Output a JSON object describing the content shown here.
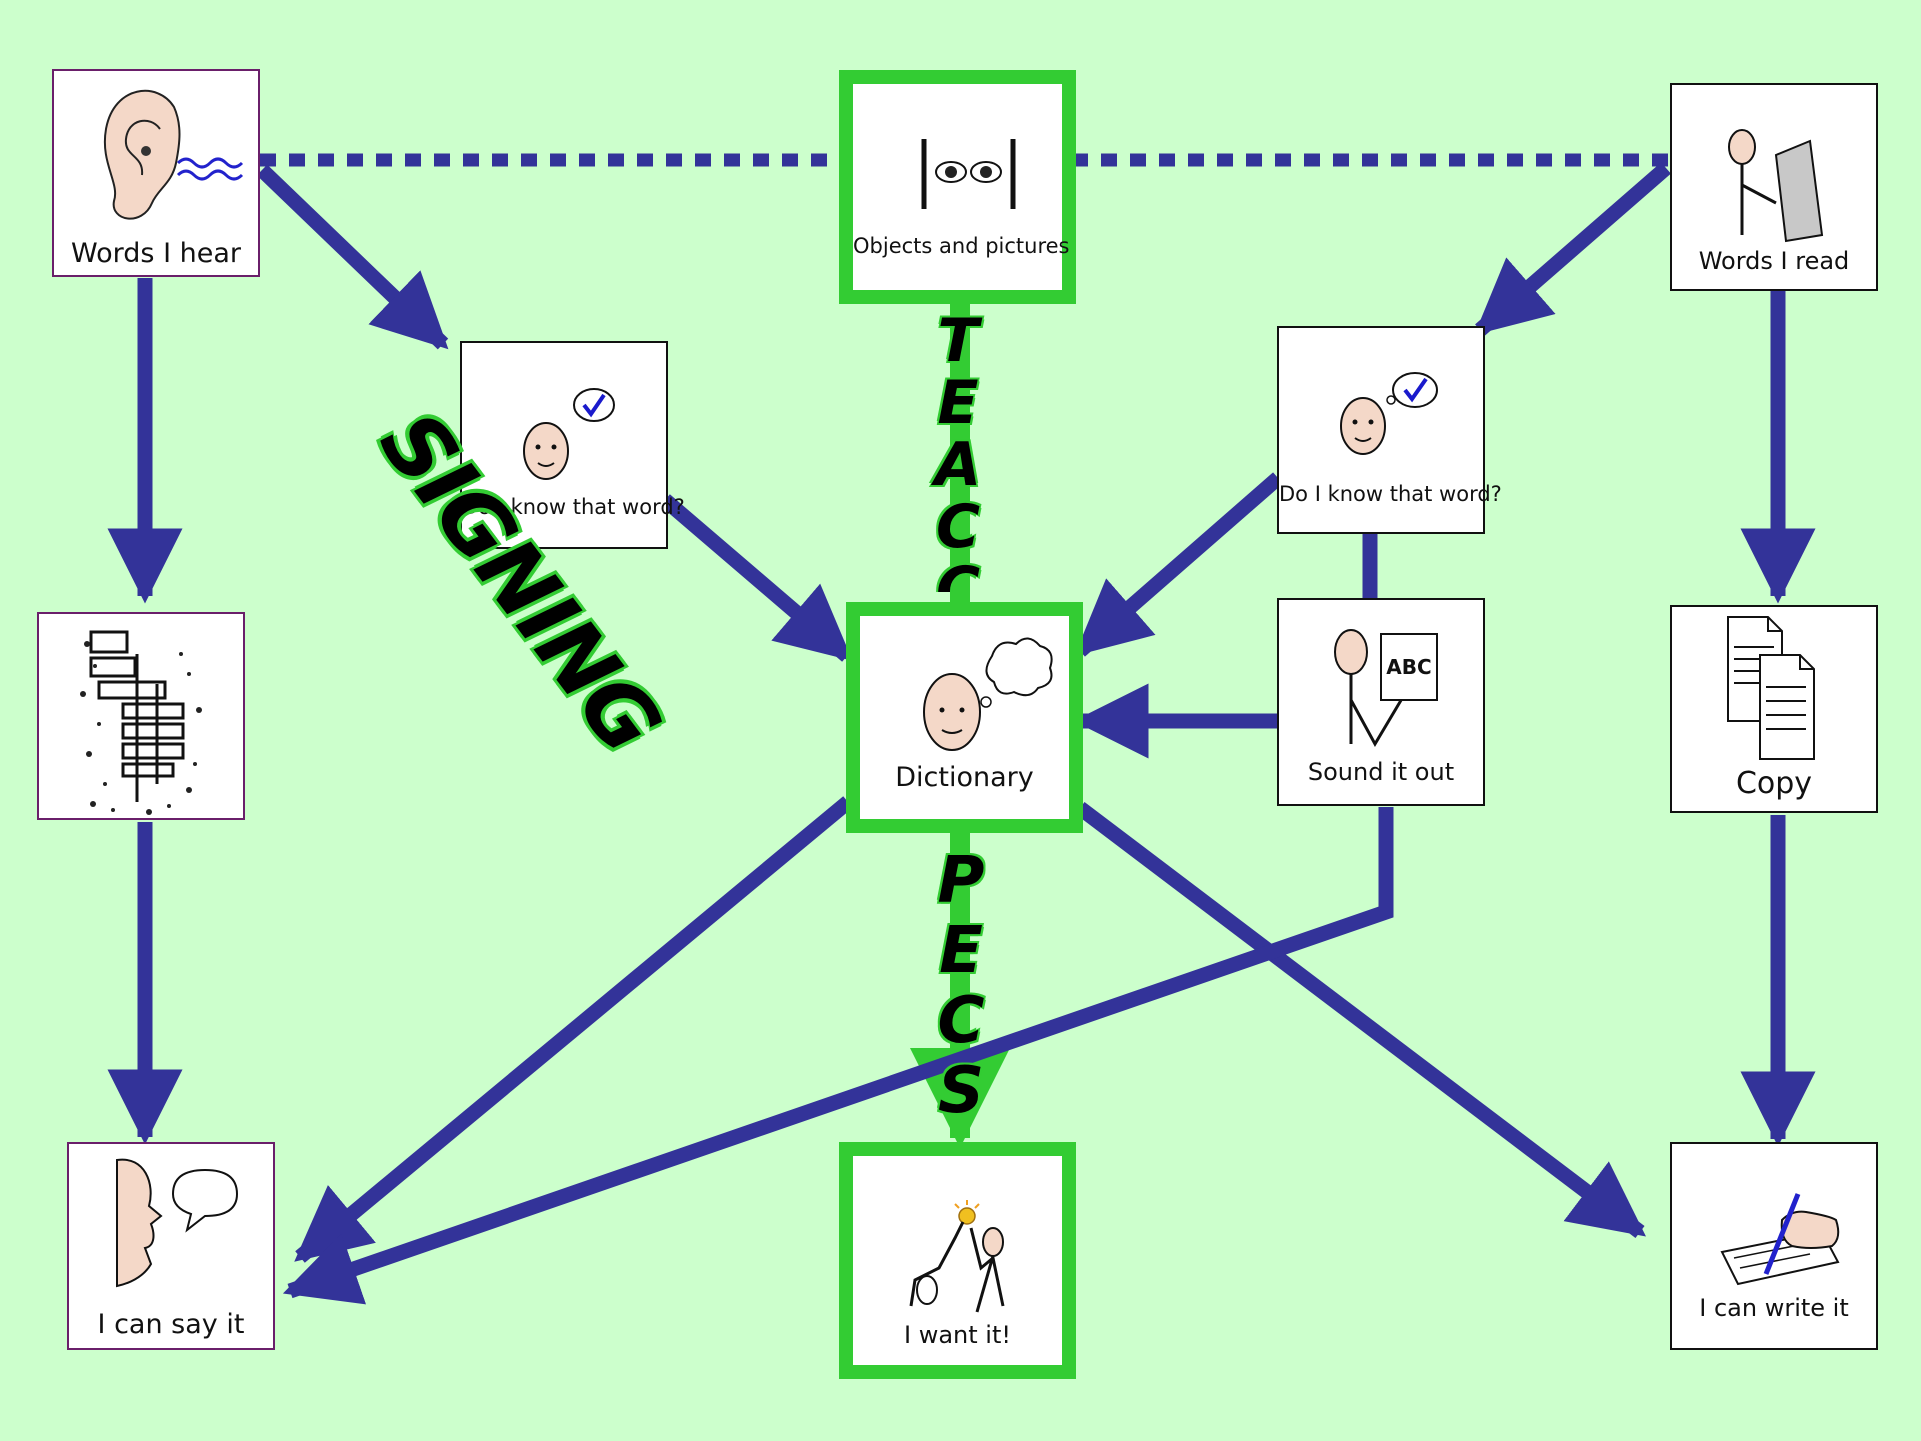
{
  "diagram": {
    "background": "#ccffcc",
    "connector_color": "#333399",
    "highlight_color": "#33cc33",
    "nodes": [
      {
        "id": "words-i-hear",
        "label": "Words I hear",
        "icon": "ear-icon"
      },
      {
        "id": "objects-and-pictures",
        "label": "Objects and pictures",
        "icon": "looking-eyes-icon"
      },
      {
        "id": "words-i-read",
        "label": "Words I read",
        "icon": "person-reading-icon"
      },
      {
        "id": "do-i-know-left",
        "label": "Do I know that word?",
        "icon": "thinking-face-icon"
      },
      {
        "id": "do-i-know-right",
        "label": "Do I know that word?",
        "icon": "thinking-face-icon"
      },
      {
        "id": "sign-symbol",
        "label": "",
        "icon": "signing-hands-icon"
      },
      {
        "id": "dictionary",
        "label": "Dictionary",
        "icon": "thought-bubble-face-icon"
      },
      {
        "id": "sound-it-out",
        "label": "Sound it out",
        "icon": "abc-board-icon"
      },
      {
        "id": "copy",
        "label": "Copy",
        "icon": "documents-icon"
      },
      {
        "id": "i-can-say-it",
        "label": "I can say it",
        "icon": "speaking-face-icon"
      },
      {
        "id": "i-want-it",
        "label": "I want it!",
        "icon": "reaching-figures-icon"
      },
      {
        "id": "i-can-write-it",
        "label": "I can write it",
        "icon": "writing-hand-icon"
      }
    ],
    "overlays": {
      "signing": "SIGNING",
      "teacch": "TEACCH",
      "pecs": "PECS"
    }
  }
}
